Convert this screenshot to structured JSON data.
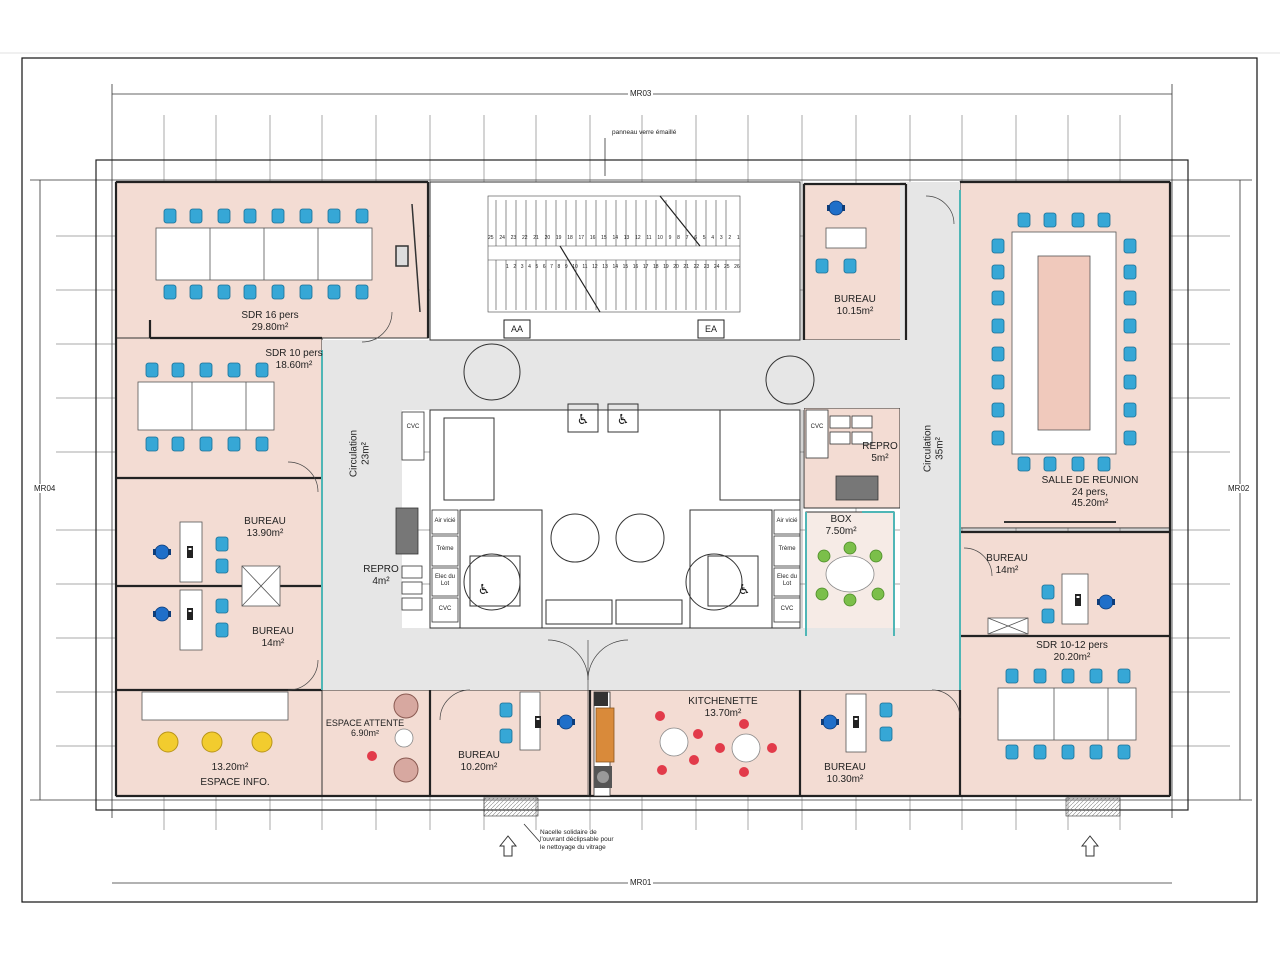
{
  "plan": {
    "colors": {
      "room_fill": "#f3dcd3",
      "circulation_fill": "#e6e6e6",
      "wall": "#333333",
      "glass": "#4fb6b6",
      "chair_blue": "#36a7d6",
      "chair_dark_blue": "#1f6fc9",
      "chair_green": "#7bbf4a",
      "chair_red": "#e23b4a",
      "chair_yellow": "#f2cc2e",
      "chair_rose": "#d7a8a0",
      "kitchen_counter": "#d98a3a"
    },
    "axis_labels": {
      "top": "MR03",
      "bottom": "MR01",
      "left": "MR04",
      "right": "MR02"
    },
    "rooms": {
      "sdr16": {
        "name": "SDR 16 pers",
        "area": "29.80m²"
      },
      "sdr10": {
        "name": "SDR 10 pers",
        "area": "18.60m²"
      },
      "bureau_13_90": {
        "name": "BUREAU",
        "area": "13.90m²"
      },
      "bureau_14_left": {
        "name": "BUREAU",
        "area": "14m²"
      },
      "espace_info": {
        "name": "ESPACE INFO.",
        "area": "13.20m²"
      },
      "espace_attente": {
        "name": "ESPACE ATTENTE",
        "area": "6.90m²"
      },
      "circulation_left": {
        "name": "Circulation",
        "area": "23m²"
      },
      "repro_left": {
        "name": "REPRO",
        "area": "4m²"
      },
      "bureau_10_20": {
        "name": "BUREAU",
        "area": "10.20m²"
      },
      "kitchenette": {
        "name": "KITCHENETTE",
        "area": "13.70m²"
      },
      "bureau_10_30": {
        "name": "BUREAU",
        "area": "10.30m²"
      },
      "bureau_10_15": {
        "name": "BUREAU",
        "area": "10.15m²"
      },
      "repro_right": {
        "name": "REPRO",
        "area": "5m²"
      },
      "box": {
        "name": "BOX",
        "area": "7.50m²"
      },
      "circulation_right": {
        "name": "Circulation",
        "area": "35m²"
      },
      "salle_reunion": {
        "name": "SALLE DE REUNION",
        "capacity": "24 pers,",
        "area": "45.20m²"
      },
      "bureau_14_right": {
        "name": "BUREAU",
        "area": "14m²"
      },
      "sdr10_12": {
        "name": "SDR 10-12 pers",
        "area": "20.20m²"
      }
    },
    "stairs": {
      "top_steps": [
        "25",
        "24",
        "23",
        "22",
        "21",
        "20",
        "19",
        "18",
        "17",
        "16",
        "15",
        "14",
        "13",
        "12",
        "11",
        "10",
        "9",
        "8",
        "7",
        "6",
        "5",
        "4",
        "3",
        "2",
        "1"
      ],
      "bottom_steps": [
        "1",
        "2",
        "3",
        "4",
        "5",
        "6",
        "7",
        "8",
        "9",
        "10",
        "11",
        "12",
        "13",
        "14",
        "15",
        "16",
        "17",
        "18",
        "19",
        "20",
        "21",
        "22",
        "23",
        "24",
        "25",
        "26"
      ],
      "left_box": "AA",
      "right_box": "EA"
    },
    "annotations": {
      "glass_panel": "panneau verre émaillé",
      "window_note": [
        "Nacelle solidaire de",
        "l'ouvrant déclipsable pour",
        "le nettoyage du vitrage"
      ],
      "cvc_label": "CVC",
      "treme_label": "Trème",
      "elec_label": "Elec du Lot",
      "air_label": "Air vicié"
    },
    "icons": [
      "stair-icon",
      "door-swing-icon",
      "accessible-wc-icon",
      "arrow-up-icon",
      "office-chair-icon",
      "desk-icon",
      "copier-icon",
      "tv-screen-icon"
    ]
  }
}
